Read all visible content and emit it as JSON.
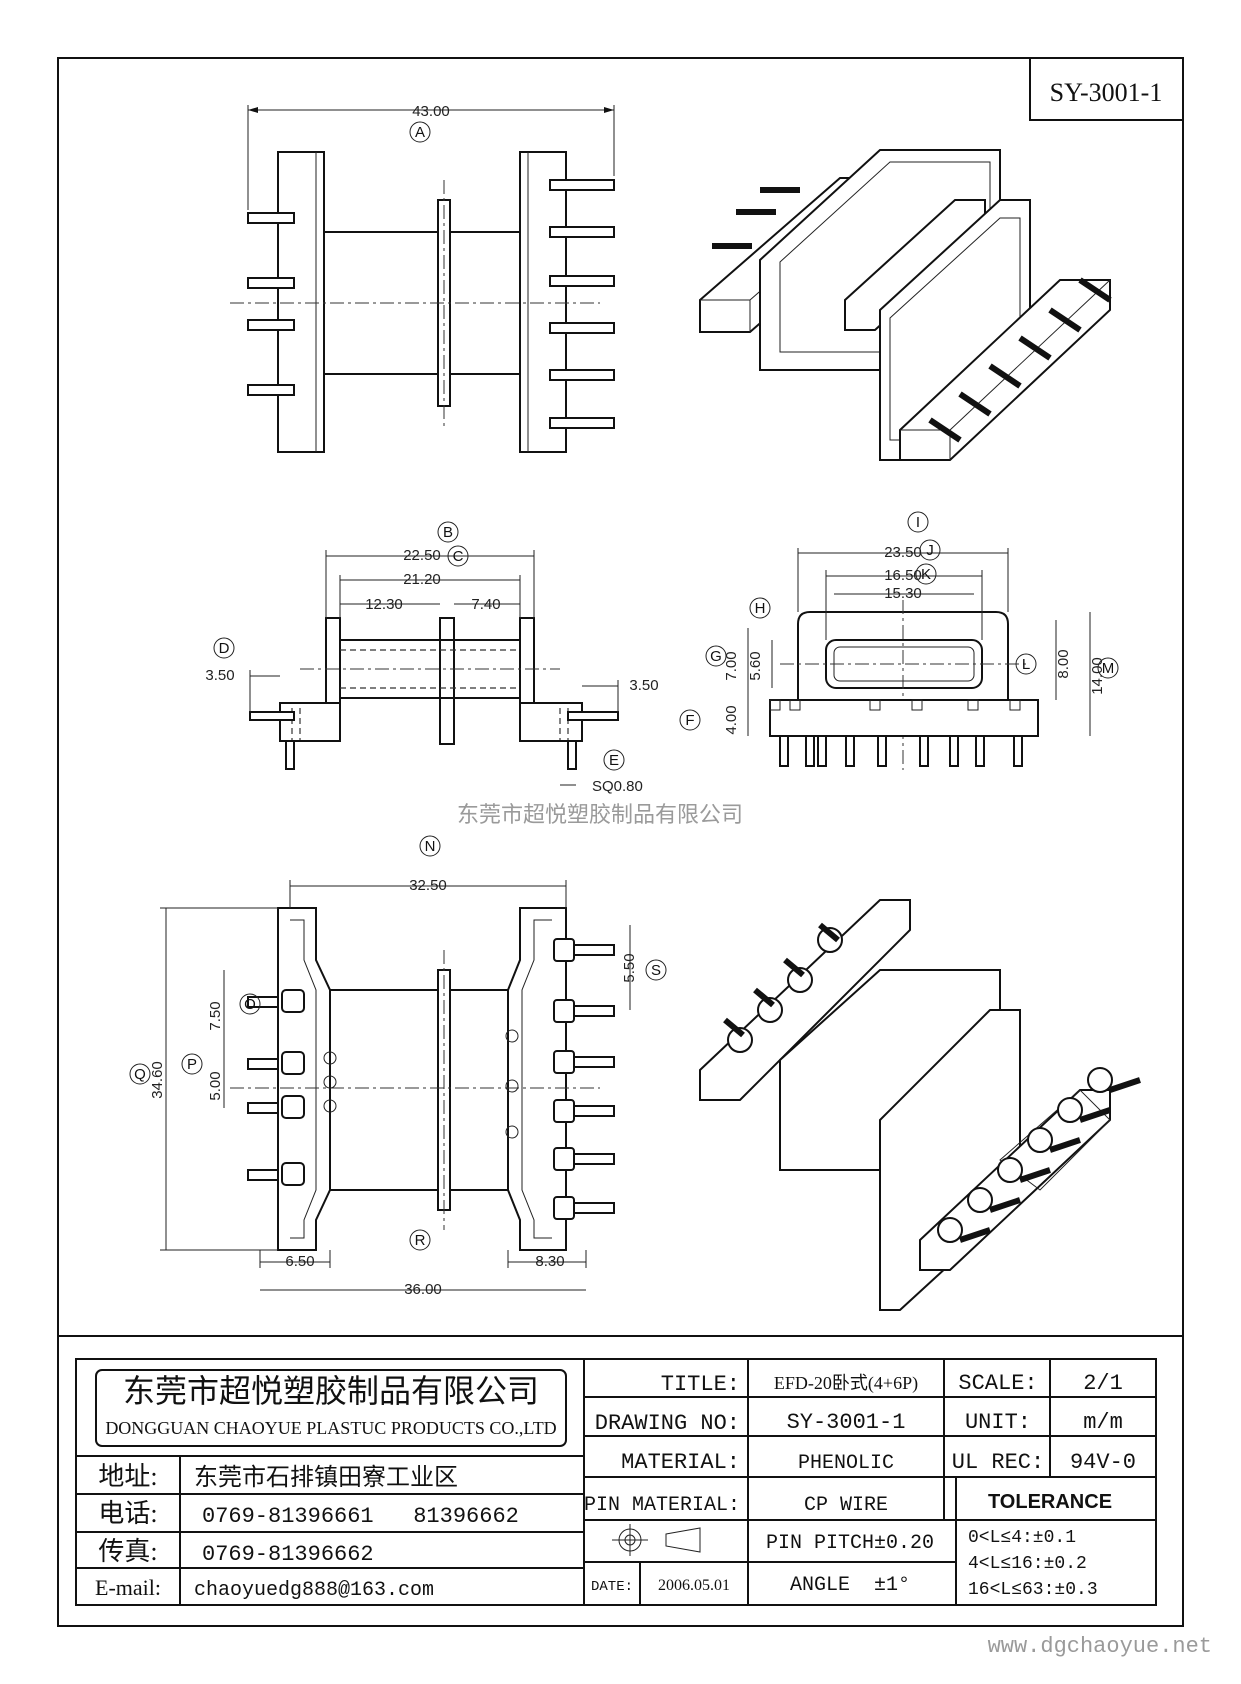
{
  "drawing_code": "SY-3001-1",
  "dimensions": {
    "top_width": "43.00",
    "front_outer": "22.50",
    "front_inner": "21.20",
    "front_left": "12.30",
    "front_right": "7.40",
    "pin_len_left": "3.50",
    "pin_len_right": "3.50",
    "pin_sq": "SQ0.80",
    "side_width_outer": "23.50",
    "side_width_mid": "16.50",
    "side_width_inner": "15.30",
    "side_h_7": "7.00",
    "side_h_56": "5.60",
    "side_h_4": "4.00",
    "side_h_8": "8.00",
    "side_h_14": "14.00",
    "bottom_width": "32.50",
    "bottom_height": "34.60",
    "bottom_pitch_75": "7.50",
    "bottom_pitch_5": "5.00",
    "bottom_pitch_56": "5.50",
    "bottom_left": "6.50",
    "bottom_total": "36.00",
    "bottom_right": "8.30"
  },
  "labels": {
    "A": "A",
    "B": "B",
    "C": "C",
    "D": "D",
    "E": "E",
    "F": "F",
    "G": "G",
    "H": "H",
    "I": "I",
    "J": "J",
    "K": "K",
    "L": "L",
    "M": "M",
    "N": "N",
    "O": "O",
    "P": "P",
    "Q": "Q",
    "R": "R",
    "S": "S"
  },
  "watermark": "东莞市超悦塑胶制品有限公司",
  "title_block": {
    "company_cn": "东莞市超悦塑胶制品有限公司",
    "company_en": "DONGGUAN CHAOYUE PLASTUC PRODUCTS CO.,LTD",
    "address_label": "地址:",
    "address_value": "东莞市石排镇田寮工业区",
    "phone_label": "电话:",
    "phone_value": "0769-81396661   81396662",
    "fax_label": "传真:",
    "fax_value": "0769-81396662",
    "email_label": "E-mail:",
    "email_value": "chaoyuedg888@163.com",
    "title_label": "TITLE:",
    "title_value": "EFD-20卧式(4+6P)",
    "drawing_no_label": "DRAWING NO:",
    "drawing_no_value": "SY-3001-1",
    "material_label": "MATERIAL:",
    "material_value": "PHENOLIC",
    "pin_material_label": "PIN MATERIAL:",
    "pin_material_value": "CP WIRE",
    "date_label": "DATE:",
    "date_value": "2006.05.01",
    "pin_pitch": "PIN PITCH±0.20",
    "angle": "ANGLE  ±1°",
    "scale_label": "SCALE:",
    "scale_value": "2/1",
    "unit_label": "UNIT:",
    "unit_value": "m/m",
    "ul_label": "UL REC:",
    "ul_value": "94V-0",
    "tolerance_label": "TOLERANCE",
    "tolerance_1": "0<L≤4:±0.1",
    "tolerance_2": "4<L≤16:±0.2",
    "tolerance_3": "16<L≤63:±0.3"
  },
  "website": "www.dgchaoyue.net",
  "colors": {
    "line": "#111111",
    "watermark": "#9a9a9a",
    "bg": "#ffffff"
  }
}
